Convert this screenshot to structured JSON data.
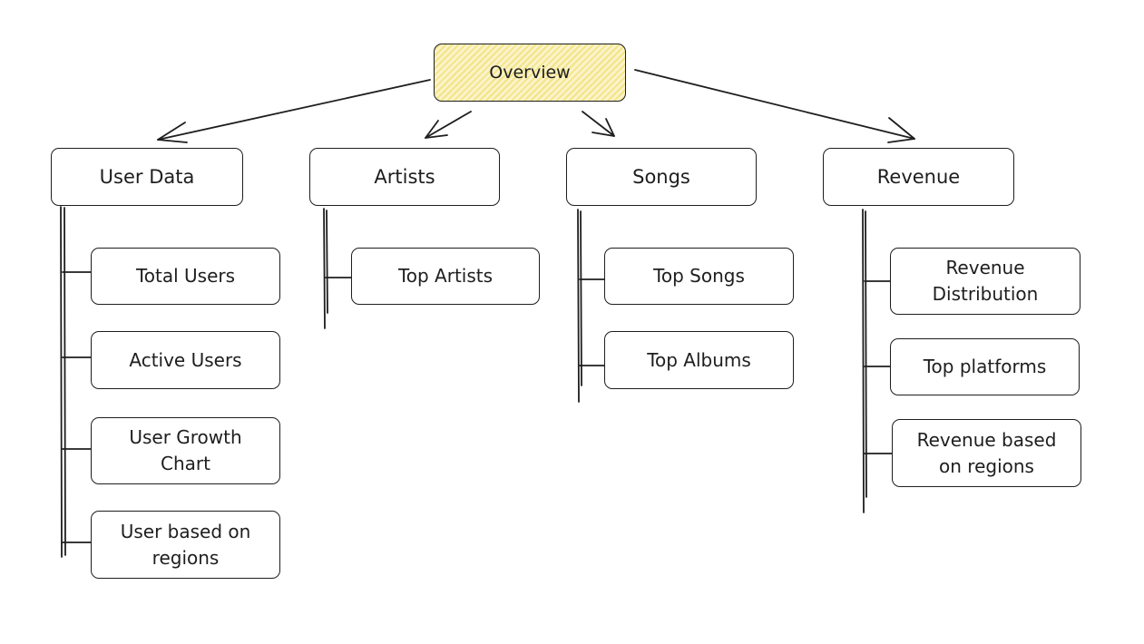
{
  "diagram": {
    "root": {
      "label": "Overview",
      "fill_color": "#fff3bf"
    },
    "stroke_color": "#1e1e1e",
    "branches": [
      {
        "label": "User Data",
        "children": [
          "Total Users",
          "Active Users",
          "User Growth\nChart",
          "User based on\nregions"
        ]
      },
      {
        "label": "Artists",
        "children": [
          "Top Artists"
        ]
      },
      {
        "label": "Songs",
        "children": [
          "Top Songs",
          "Top Albums"
        ]
      },
      {
        "label": "Revenue",
        "children": [
          "Revenue\nDistribution",
          "Top platforms",
          "Revenue based\non regions"
        ]
      }
    ]
  }
}
